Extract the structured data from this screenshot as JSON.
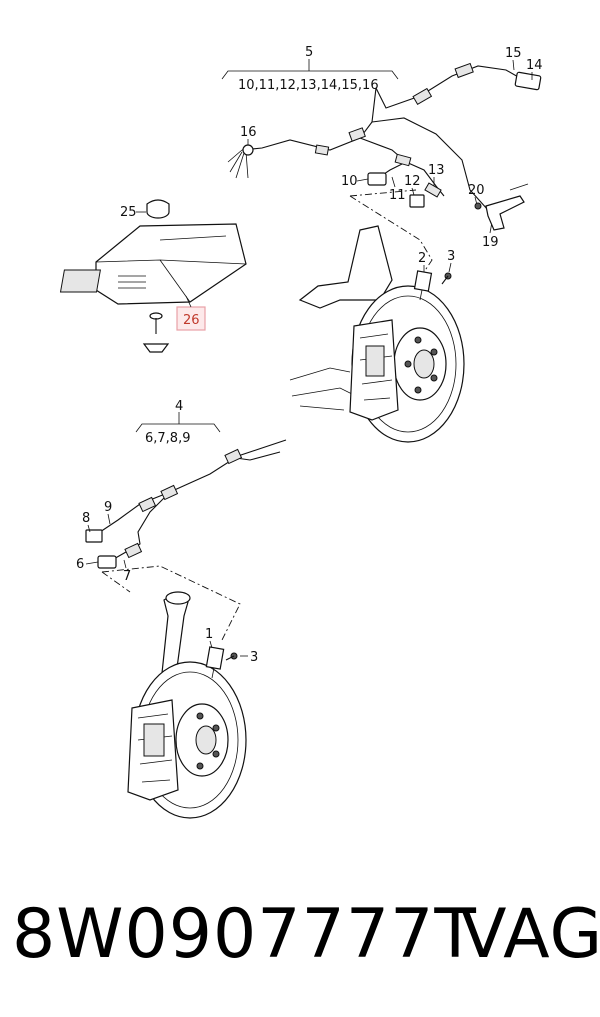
{
  "diagram": {
    "callouts": {
      "c1": "1",
      "c2": "2",
      "c3a": "3",
      "c3b": "3",
      "c4": "4",
      "c5": "5",
      "c6": "6",
      "c7": "7",
      "c8": "8",
      "c9": "9",
      "c10": "10",
      "c11": "11",
      "c12": "12",
      "c13": "13",
      "c14": "14",
      "c15": "15",
      "c16": "16",
      "c19": "19",
      "c20": "20",
      "c25": "25",
      "c26": "26"
    },
    "groups": {
      "g4": "6,7,8,9",
      "g5": "10,11,12,13,14,15,16"
    },
    "highlighted_part": "26",
    "highlight_color": "#c0392b"
  },
  "footer": {
    "part_number": "8W0907777T",
    "brand": "VAG"
  }
}
